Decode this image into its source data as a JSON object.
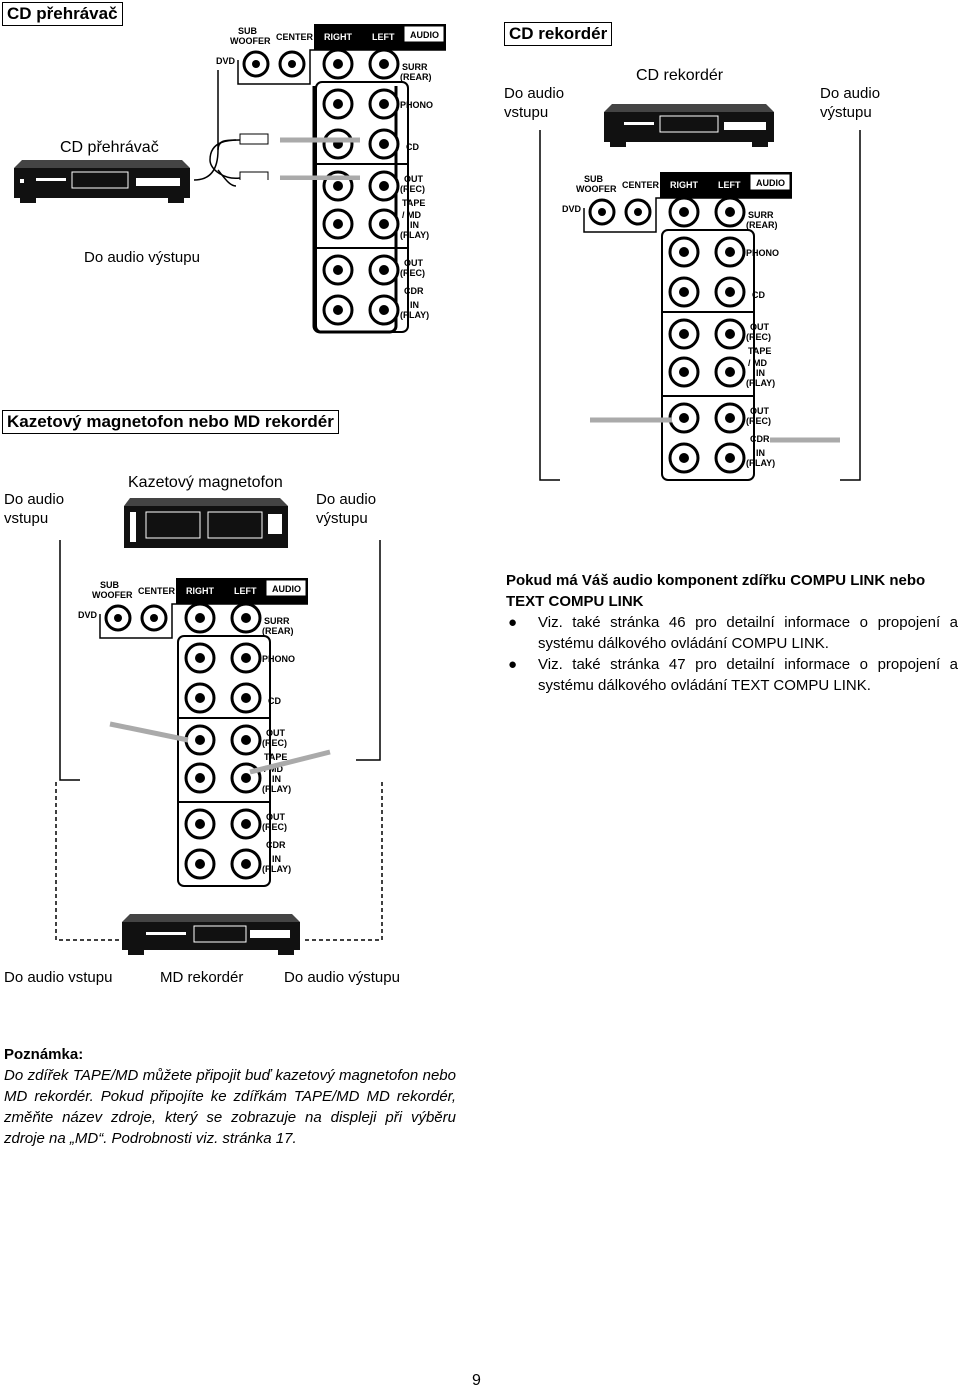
{
  "section1": {
    "heading": "CD přehrávač",
    "device_label": "CD přehrávač",
    "output_label": "Do audio výstupu"
  },
  "section2": {
    "heading": "CD rekordér",
    "device_label": "CD rekordér",
    "input_label": "Do audio vstupu",
    "output_label": "Do audio výstupu"
  },
  "section3": {
    "heading": "Kazetový magnetofon nebo MD rekordér",
    "device_label": "Kazetový magnetofon",
    "input_label": "Do audio vstupu",
    "output_label": "Do audio výstupu",
    "md_device_label": "MD rekordér",
    "md_input_label": "Do audio vstupu",
    "md_output_label": "Do audio výstupu"
  },
  "panel": {
    "dvd": "DVD",
    "sub": "SUB",
    "woofer": "WOOFER",
    "center": "CENTER",
    "right": "RIGHT",
    "left": "LEFT",
    "audio": "AUDIO",
    "surr": "SURR",
    "rear": "(REAR)",
    "phono": "PHONO",
    "cd": "CD",
    "out": "OUT",
    "rec": "(REC)",
    "tape": "TAPE",
    "md": "/ MD",
    "in": "IN",
    "play": "(PLAY)",
    "cdr": "CDR"
  },
  "info": {
    "heading": "Pokud má Váš audio komponent zdířku COMPU LINK nebo TEXT COMPU LINK",
    "bullets": [
      "Viz. také stránka 46 pro detailní informace o propojení a systému dálkového ovládání COMPU LINK.",
      "Viz. také stránka 47 pro detailní informace o propojení a systému dálkového ovládání TEXT COMPU LINK."
    ]
  },
  "note": {
    "title": "Poznámka:",
    "text": "Do zdířek TAPE/MD můžete připojit buď kazetový magnetofon nebo MD rekordér. Pokud připojíte ke zdířkám TAPE/MD MD rekordér, změňte název zdroje, který se zobrazuje na displeji při výběru zdroje na „MD“. Podrobnosti viz. stránka 17."
  },
  "page_number": "9"
}
